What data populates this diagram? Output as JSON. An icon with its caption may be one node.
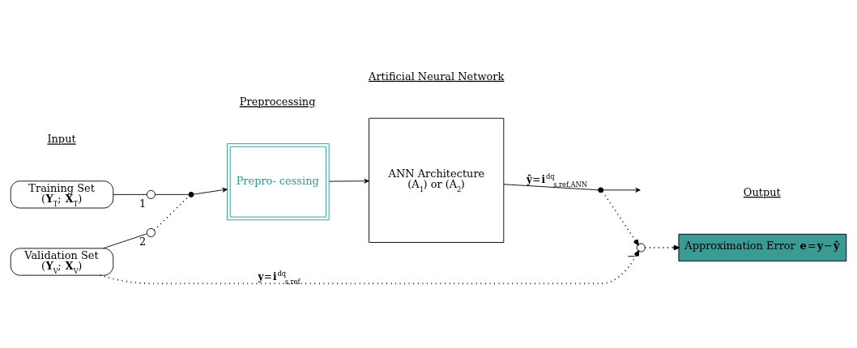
{
  "diagram": {
    "nodes": [
      {
        "text": [
          "Training Set",
          "(**Y**$_{T}$; **X**$_{T}$)"
        ]
      },
      {
        "text": [],
        "shape": "circle",
        "beside": [
          "1"
        ]
      },
      {
        "text": [],
        "shape": "circle",
        "beside": [
          "2"
        ]
      },
      {
        "text": [],
        "shape": "point"
      },
      {
        "text": [
          "Validation Set",
          "(**Y**$_{V}$; **X**$_{V}$)"
        ]
      },
      {
        "text": [
          "Prepro- cessing"
        ]
      },
      {
        "text": [
          "ANN Architecture",
          "(A$_{1}$) or (A$_{2}$)"
        ]
      },
      {
        "text": [],
        "shape": "point"
      },
      {
        "text": [],
        "shape": "circle",
        "beside": [
          "−"
        ]
      },
      {
        "text": [
          "Approximation Error **e**=**y**−**ŷ**"
        ]
      }
    ],
    "edges": [
      {
        "from": 0,
        "to": 1,
        "arrow": "none"
      },
      {
        "from": 1,
        "to": 3,
        "arrow": "none"
      },
      {
        "from": 2,
        "to": 3,
        "arrow": "none",
        "style": "dashed"
      },
      {
        "from": 4,
        "to": 2,
        "arrow": "none"
      },
      {
        "from": 3,
        "to": 5,
        "arrow": "to"
      },
      {
        "from": 5,
        "to": 6,
        "arrow": "to"
      },
      {
        "from": 6,
        "to": 7,
        "arrow": "none",
        "label": "**ŷ**=**i**$^{dq}$$_{s,ref,ANN}$"
      },
      {
        "from": 7,
        "to": null,
        "arrow": "to"
      },
      {
        "from": 7,
        "to": 8,
        "arrow": "to",
        "style": "dashed"
      },
      {
        "from": 4,
        "to": 8,
        "arrow": "to",
        "style": "dashed",
        "label": "**y**=**i**$^{dq}$$_{s,ref}$"
      },
      {
        "from": 8,
        "to": 9,
        "arrow": "to",
        "style": "dashed"
      }
    ],
    "labels": [
      "Input",
      "Preprocessing",
      "Artificial Neural Network",
      "Output"
    ]
  }
}
